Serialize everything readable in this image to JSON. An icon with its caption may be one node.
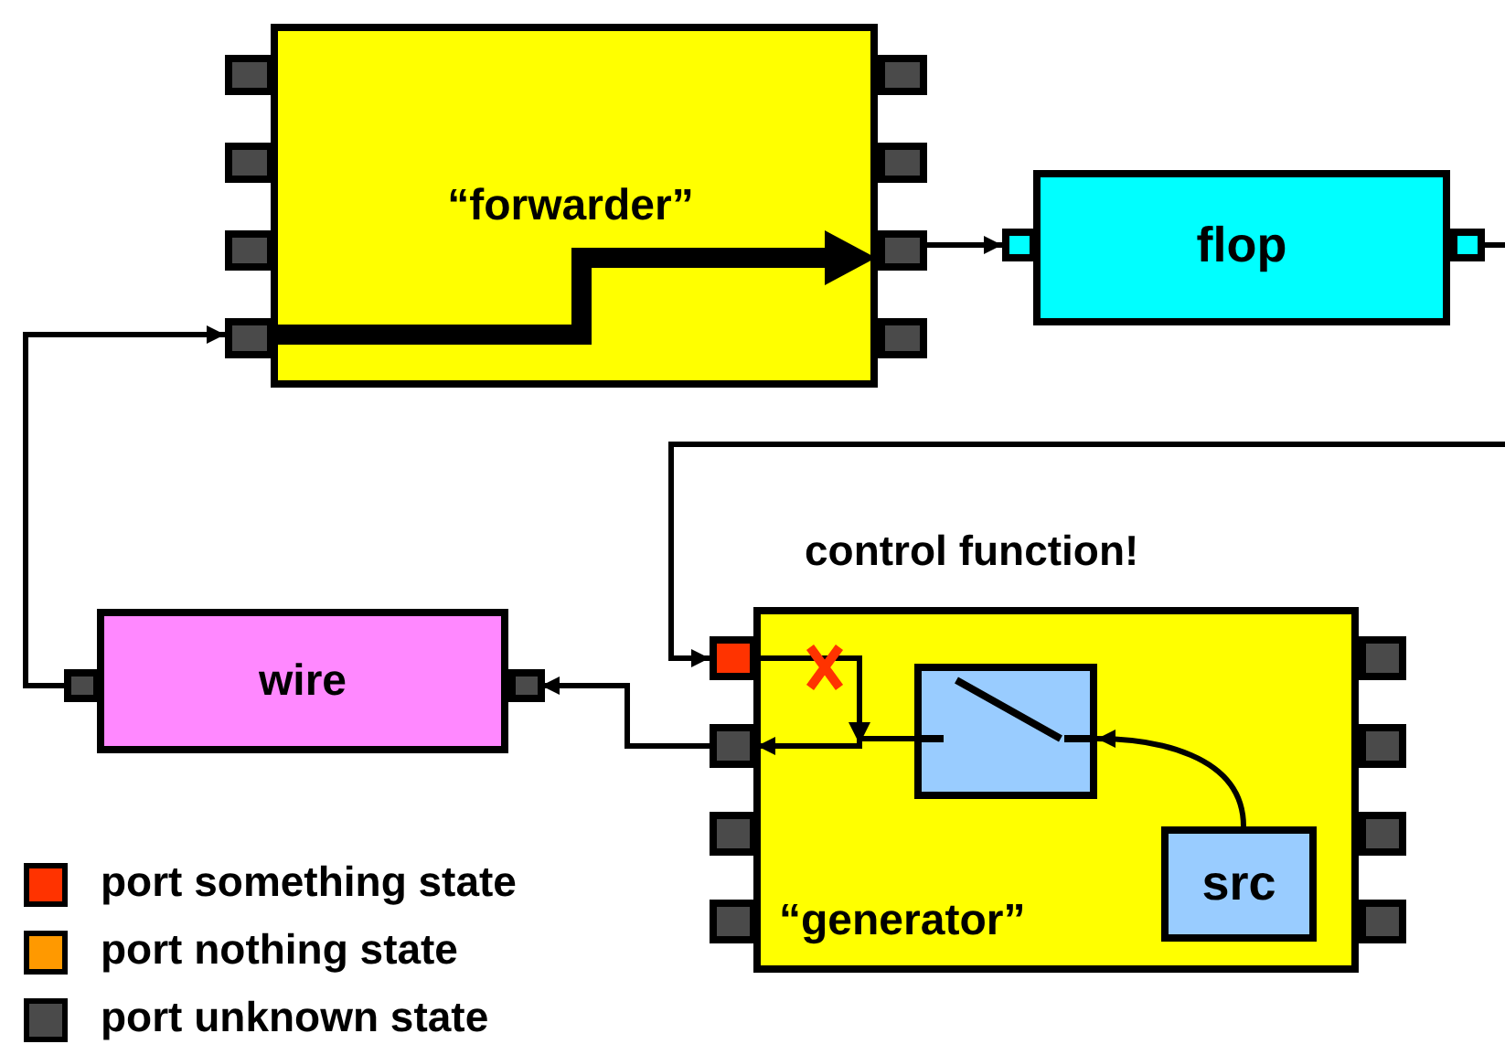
{
  "diagram": {
    "nodes": [
      {
        "text": [
          "“forwarder”"
        ]
      },
      {
        "text": [
          "flop"
        ]
      },
      {
        "text": [
          "wire"
        ]
      },
      {
        "text": [
          "“generator”"
        ]
      },
      {
        "text": [],
        "shape": "box",
        "in": 3
      },
      {
        "text": [
          "src"
        ],
        "in": 3
      }
    ],
    "edges": [
      {
        "from": 0,
        "to": 1,
        "arrow": "to"
      },
      {
        "from": 1,
        "to": null,
        "arrow": "none"
      },
      {
        "from": 2,
        "to": 0,
        "arrow": "to"
      },
      {
        "from": 3,
        "to": 2,
        "arrow": "to"
      },
      {
        "from": null,
        "to": 3,
        "arrow": "to"
      },
      {
        "from": 5,
        "to": 4,
        "arrow": "to"
      },
      {
        "from": 4,
        "to": 3,
        "arrow": "to"
      }
    ],
    "labels": [
      "control function!"
    ],
    "legend": [
      {
        "text": "port something state",
        "color": "#ff3300"
      },
      {
        "text": "port nothing state",
        "color": "#ff9900"
      },
      {
        "text": "port unknown state",
        "color": "#4a4a4a"
      }
    ]
  }
}
